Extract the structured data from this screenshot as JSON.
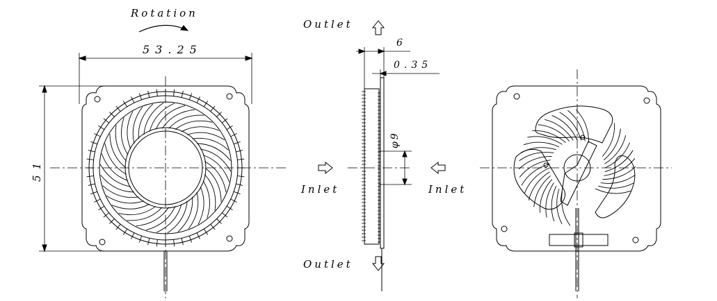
{
  "labels": {
    "rotation": "Rotation",
    "outlet": "Outlet",
    "inlet": "Inlet",
    "width_dim": "53.25",
    "height_dim": "51",
    "thickness_dim": "6",
    "plate_dim": "0.35",
    "hub_dim": "φ9"
  }
}
